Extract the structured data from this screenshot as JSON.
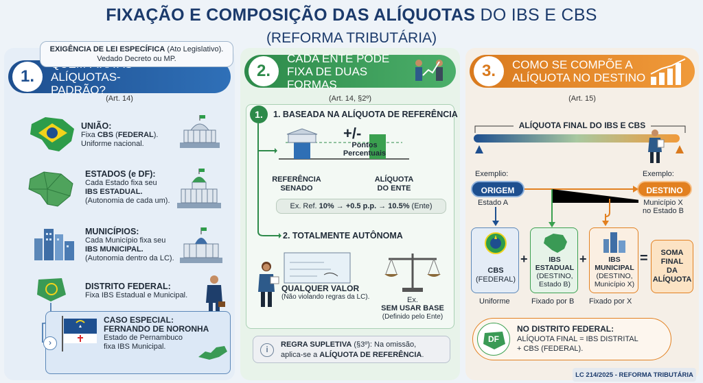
{
  "header": {
    "title_bold": "FIXAÇÃO E COMPOSIÇÃO DAS ALÍQUOTAS",
    "title_rest": " DO IBS E CBS",
    "subtitle": "(REFORMA TRIBUTÁRIA)"
  },
  "col1": {
    "callout_bold": "EXIGÊNCIA DE LEI ESPECÍFICA",
    "callout_rest": " (Ato Legislativo).",
    "callout_line2": "Vedado Decreto ou MP.",
    "num": "1.",
    "title": "QUEM FIXA AS ALÍQUOTAS-PADRÃO?",
    "art": "(Art. 14)",
    "uniao": {
      "title": "UNIÃO:",
      "l1a": "Fixa ",
      "l1b": "CBS",
      "l1c": " (",
      "l1d": "FEDERAL",
      "l1e": ").",
      "l2": "Uniforme nacional."
    },
    "estados": {
      "title": "ESTADOS (e DF):",
      "l1": "Cada Estado fixa seu",
      "l2": "IBS ESTADUAL.",
      "l3": "(Autonomia de cada um)."
    },
    "municipios": {
      "title": "MUNICÍPIOS:",
      "l1": "Cada Município fixa seu",
      "l2": "IBS MUNICIPAL.",
      "l3": "(Autonomia dentro da LC)."
    },
    "df": {
      "title": "DISTRITO FEDERAL:",
      "l1": "Fixa IBS Estadual e Municipal."
    },
    "especial": {
      "title1": "CASO ESPECIAL:",
      "title2": "FERNANDO DE NORONHA",
      "l1": "Estado de Pernambuco",
      "l2": "fixa IBS Municipal."
    }
  },
  "col2": {
    "num": "2.",
    "title": "CADA ENTE PODE FIXA DE DUAS FORMAS",
    "art": "(Art. 14, §2º)",
    "step1_num": "1.",
    "step1": "1. BASEADA NA ALÍQUOTA DE REFERÊNCIA",
    "plusminus": "+/-",
    "pontos": "Pontos Percentuais",
    "ref_label1": "REFERÊNCIA",
    "ref_label2": "SENADO",
    "ali_label1": "ALÍQUOTA",
    "ali_label2": "DO ENTE",
    "example_a": "Ex. Ref. ",
    "example_b": "10%",
    "example_c": " → ",
    "example_d": "+0.5 p.p.",
    "example_e": " → ",
    "example_f": "10.5%",
    "example_g": " (Ente)",
    "step2": "2. TOTALMENTE AUTÔNOMA",
    "qualquer1": "QUALQUER VALOR",
    "qualquer2": "(Não violando regras da LC).",
    "ex": "Ex.",
    "sem1": "SEM USAR BASE",
    "sem2": "(Definido pelo Ente)",
    "regra_bold": "REGRA SUPLETIVA",
    "regra_rest": " (§3º): Na omissão,",
    "regra_l2a": "aplica-se a ",
    "regra_l2b": "ALÍQUOTA DE REFERÊNCIA",
    "regra_l2c": ".",
    "info_icon": "info-icon"
  },
  "col3": {
    "num": "3.",
    "title": "COMO SE COMPÕE A ALÍQUOTA NO DESTINO",
    "art": "(Art. 15)",
    "final_label": "ALÍQUOTA FINAL DO IBS E CBS",
    "ex_left": "Exemplio:",
    "ex_right": "Exemplo:",
    "origem": "ORIGEM",
    "destino": "DESTINO",
    "estado_a": "Estado A",
    "municipio_x1": "Município X",
    "municipio_x2": "no Estado B",
    "cbs1": "CBS",
    "cbs2": "(FEDERAL)",
    "ibs_e1": "IBS",
    "ibs_e2": "ESTADUAL",
    "ibs_e3": "(DESTINO,",
    "ibs_e4": "Estado B)",
    "ibs_m1": "IBS",
    "ibs_m2": "MUNICIPAL",
    "ibs_m3": "(DESTINO,",
    "ibs_m4": "Município X)",
    "plus": "+",
    "eq": "=",
    "soma1": "SOMA",
    "soma2": "FINAL",
    "soma3": "DA",
    "soma4": "ALÍQUOTA",
    "uniforme": "Uniforme",
    "fixado_b": "Fixado por B",
    "fixado_x": "Fixado por X",
    "df_badge": "DF",
    "df_title": "NO DISTRITO FEDERAL:",
    "df_l1": "ALÍQUOTA FINAL = IBS DISTRITAL",
    "df_l2": "+ CBS (FEDERAL)."
  },
  "footer": "LC 214/2025 - REFORMA TRIBUTÁRIA",
  "colors": {
    "blue": "#1e4f8f",
    "green": "#2d8a4a",
    "orange": "#d97a1e"
  }
}
